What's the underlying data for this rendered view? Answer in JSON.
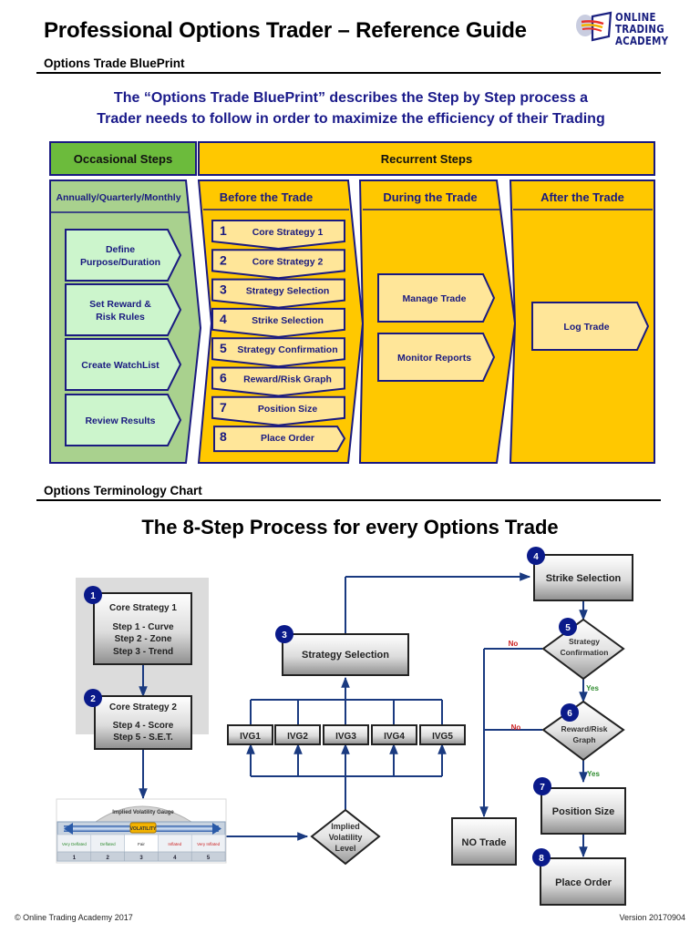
{
  "header": {
    "title": "Professional Options Trader – Reference Guide",
    "logo_line1": "ONLINE TRADING",
    "logo_line2": "ACADEMY"
  },
  "blueprint": {
    "section_title": "Options Trade BluePrint",
    "intro_line1": "The “Options Trade BluePrint” describes the Step by Step process a",
    "intro_line2": "Trader needs to follow in order to maximize the efficiency of their Trading",
    "occasional": {
      "header": "Occasional Steps",
      "subheader": "Annually/Quarterly/Monthly",
      "items": [
        {
          "line1": "Define",
          "line2": "Purpose/Duration"
        },
        {
          "line1": "Set Reward &",
          "line2": "Risk Rules"
        },
        {
          "line1": "Create WatchList",
          "line2": ""
        },
        {
          "line1": "Review Results",
          "line2": ""
        }
      ]
    },
    "recurrent": {
      "header": "Recurrent Steps",
      "before": {
        "header": "Before the Trade",
        "steps": [
          {
            "num": "1",
            "label": "Core Strategy 1"
          },
          {
            "num": "2",
            "label": "Core Strategy 2"
          },
          {
            "num": "3",
            "label": "Strategy Selection"
          },
          {
            "num": "4",
            "label": "Strike Selection"
          },
          {
            "num": "5",
            "label": "Strategy Confirmation"
          },
          {
            "num": "6",
            "label": "Reward/Risk Graph"
          },
          {
            "num": "7",
            "label": "Position Size"
          },
          {
            "num": "8",
            "label": "Place Order"
          }
        ]
      },
      "during": {
        "header": "During the Trade",
        "items": [
          "Manage Trade",
          "Monitor Reports"
        ]
      },
      "after": {
        "header": "After the Trade",
        "items": [
          "Log Trade"
        ]
      }
    },
    "colors": {
      "green_header": "#6cbb3c",
      "green_panel": "#a9d18e",
      "green_box": "#ccf5cc",
      "yellow_panel": "#ffc800",
      "yellow_box": "#ffe699",
      "navy": "#1a1a80"
    }
  },
  "terminology": {
    "section_title": "Options Terminology Chart",
    "flow_title": "The 8-Step Process for every Options Trade",
    "core1": {
      "badge": "1",
      "title": "Core Strategy 1",
      "lines": [
        "Step 1 - Curve",
        "Step 2 - Zone",
        "Step 3 - Trend"
      ]
    },
    "core2": {
      "badge": "2",
      "title": "Core Strategy 2",
      "lines": [
        "Step 4 - Score",
        "Step 5 - S.E.T."
      ]
    },
    "gauge": {
      "title": "Implied Volatility Gauge",
      "badge": "VOLATILITY",
      "zones": [
        {
          "label": "Very Deflated",
          "num": "1",
          "color": "#2e8b2e"
        },
        {
          "label": "Deflated",
          "num": "2",
          "color": "#2e8b2e"
        },
        {
          "label": "Fair",
          "num": "3",
          "color": "#222222"
        },
        {
          "label": "Inflated",
          "num": "4",
          "color": "#cc2222"
        },
        {
          "label": "Very Inflated",
          "num": "5",
          "color": "#cc2222"
        }
      ]
    },
    "iv_level": {
      "lines": [
        "Implied",
        "Volatility",
        "Level"
      ]
    },
    "ivg": [
      "IVG1",
      "IVG2",
      "IVG3",
      "IVG4",
      "IVG5"
    ],
    "strategy_selection": {
      "badge": "3",
      "label": "Strategy Selection"
    },
    "strike_selection": {
      "badge": "4",
      "label": "Strike Selection"
    },
    "strategy_confirmation": {
      "badge": "5",
      "lines": [
        "Strategy",
        "Confirmation"
      ]
    },
    "reward_risk": {
      "badge": "6",
      "lines": [
        "Reward/Risk",
        "Graph"
      ]
    },
    "position_size": {
      "badge": "7",
      "label": "Position Size"
    },
    "place_order": {
      "badge": "8",
      "label": "Place Order"
    },
    "no_trade": {
      "label": "NO Trade"
    },
    "yes_label": "Yes",
    "no_label": "No"
  },
  "footer": {
    "copyright": "© Online Trading Academy 2017",
    "version": "Version 20170904"
  }
}
